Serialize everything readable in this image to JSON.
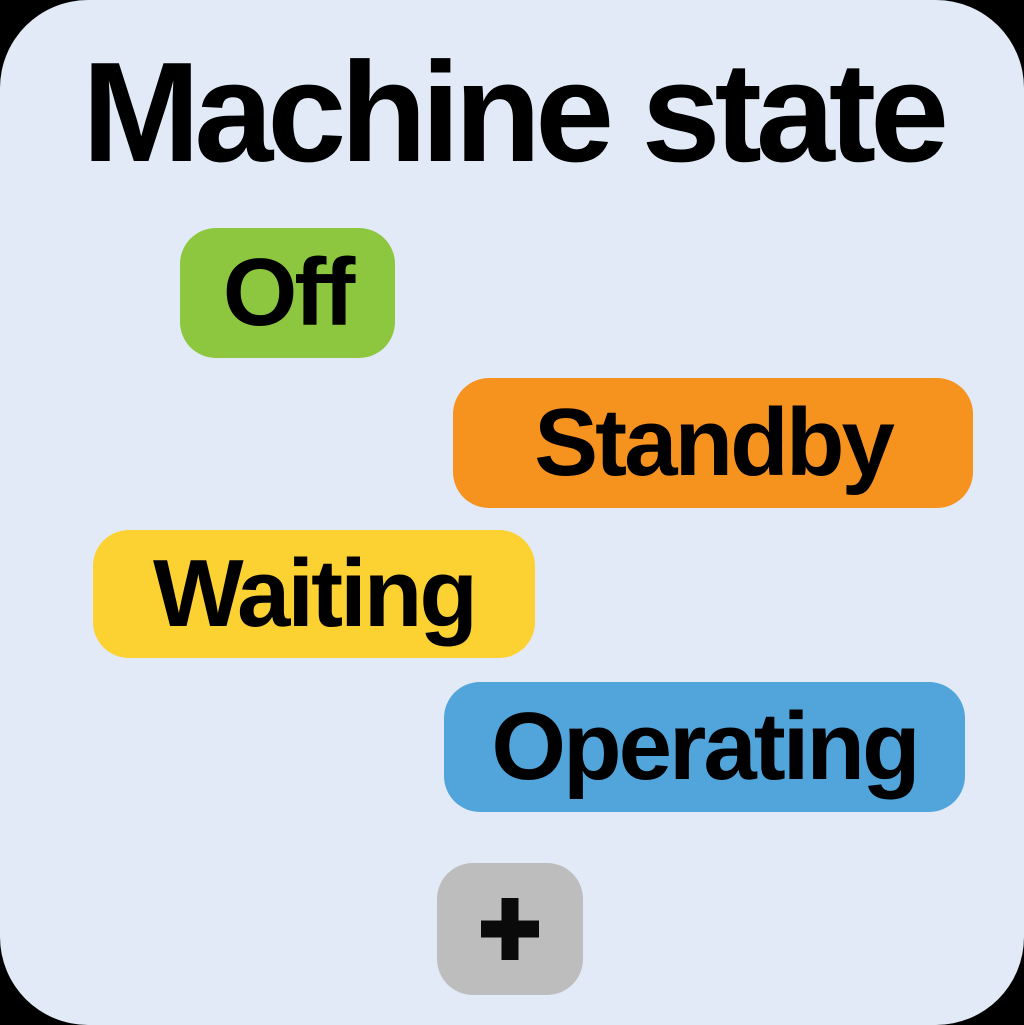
{
  "panel": {
    "title": "Machine state",
    "background_color": "#e1eaf6",
    "text_color": "#000000"
  },
  "states": [
    {
      "label": "Off",
      "color": "#8dc63f"
    },
    {
      "label": "Standby",
      "color": "#f6921e"
    },
    {
      "label": "Waiting",
      "color": "#fcd132"
    },
    {
      "label": "Operating",
      "color": "#51a5db"
    }
  ],
  "add_button": {
    "label": "+",
    "icon": "plus-icon",
    "color": "#bdbdbd"
  }
}
